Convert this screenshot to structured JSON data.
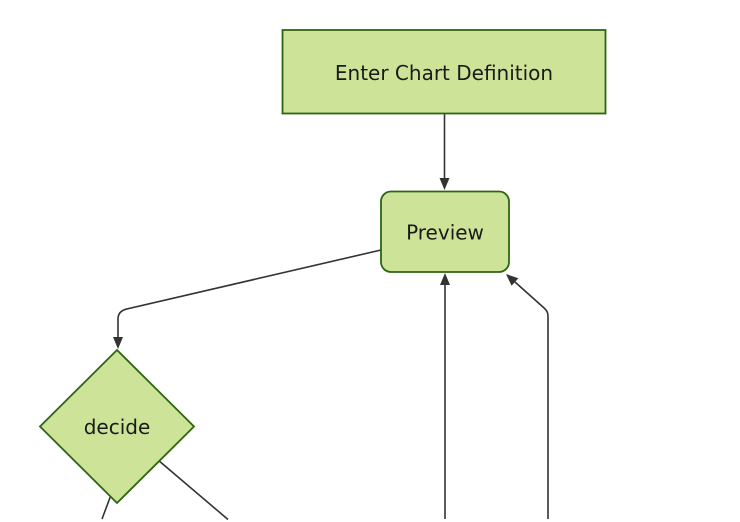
{
  "diagram": {
    "type": "flowchart",
    "direction": "top-down",
    "nodes": [
      {
        "id": "enter-chart-definition",
        "label": "Enter Chart Definition",
        "shape": "rectangle"
      },
      {
        "id": "preview",
        "label": "Preview",
        "shape": "rounded-rectangle"
      },
      {
        "id": "decide",
        "label": "decide",
        "shape": "diamond"
      }
    ],
    "edges": [
      {
        "from": "enter-chart-definition",
        "to": "preview",
        "arrowhead": true,
        "label": ""
      },
      {
        "from": "preview",
        "to": "decide",
        "arrowhead": true,
        "label": ""
      },
      {
        "from": "offscreen-bottom-center",
        "to": "preview",
        "arrowhead": true,
        "label": ""
      },
      {
        "from": "offscreen-bottom-right",
        "to": "preview",
        "arrowhead": true,
        "label": ""
      },
      {
        "from": "decide",
        "to": "offscreen-bottom-left",
        "arrowhead": false,
        "label": ""
      },
      {
        "from": "decide",
        "to": "offscreen-bottom-right",
        "arrowhead": false,
        "label": ""
      }
    ],
    "colors": {
      "node_fill": "#cde498",
      "node_border": "#2d6514",
      "edge_line": "#333333",
      "label_text": "#1a1a1a",
      "canvas_background": "#ffffff"
    }
  }
}
